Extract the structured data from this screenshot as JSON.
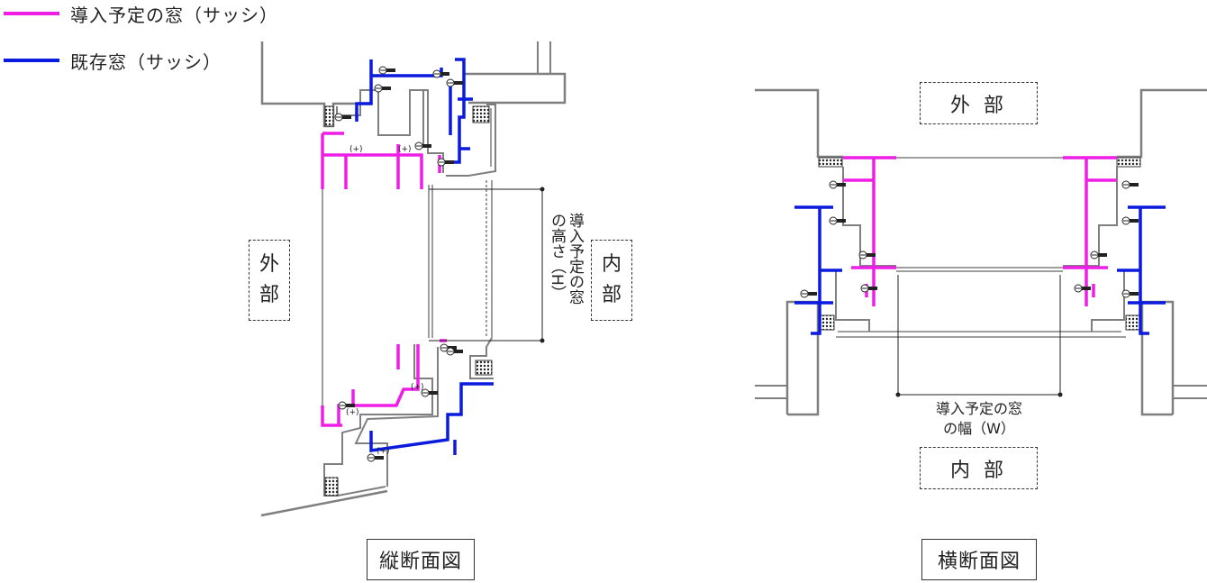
{
  "legend": [
    {
      "label": "導入予定の窓（サッシ）",
      "color": "#ee1ee6"
    },
    {
      "label": "既存窓（サッシ）",
      "color": "#0a1adf"
    }
  ],
  "colors": {
    "new_window": "#ee1ee6",
    "existing_window": "#0a1adf",
    "line": "#7f7f7f",
    "dark": "#333333"
  },
  "vertical_section": {
    "caption": "縦断面図",
    "exterior": [
      "外",
      "部"
    ],
    "interior": [
      "内",
      "部"
    ],
    "height_label_line1": "導入予定の窓",
    "height_label_line2": "の高さ（H）"
  },
  "horizontal_section": {
    "caption": "横断面図",
    "exterior": "外 部",
    "interior": "内 部",
    "width_label_line1": "導入予定の窓",
    "width_label_line2": "の幅（W）"
  }
}
